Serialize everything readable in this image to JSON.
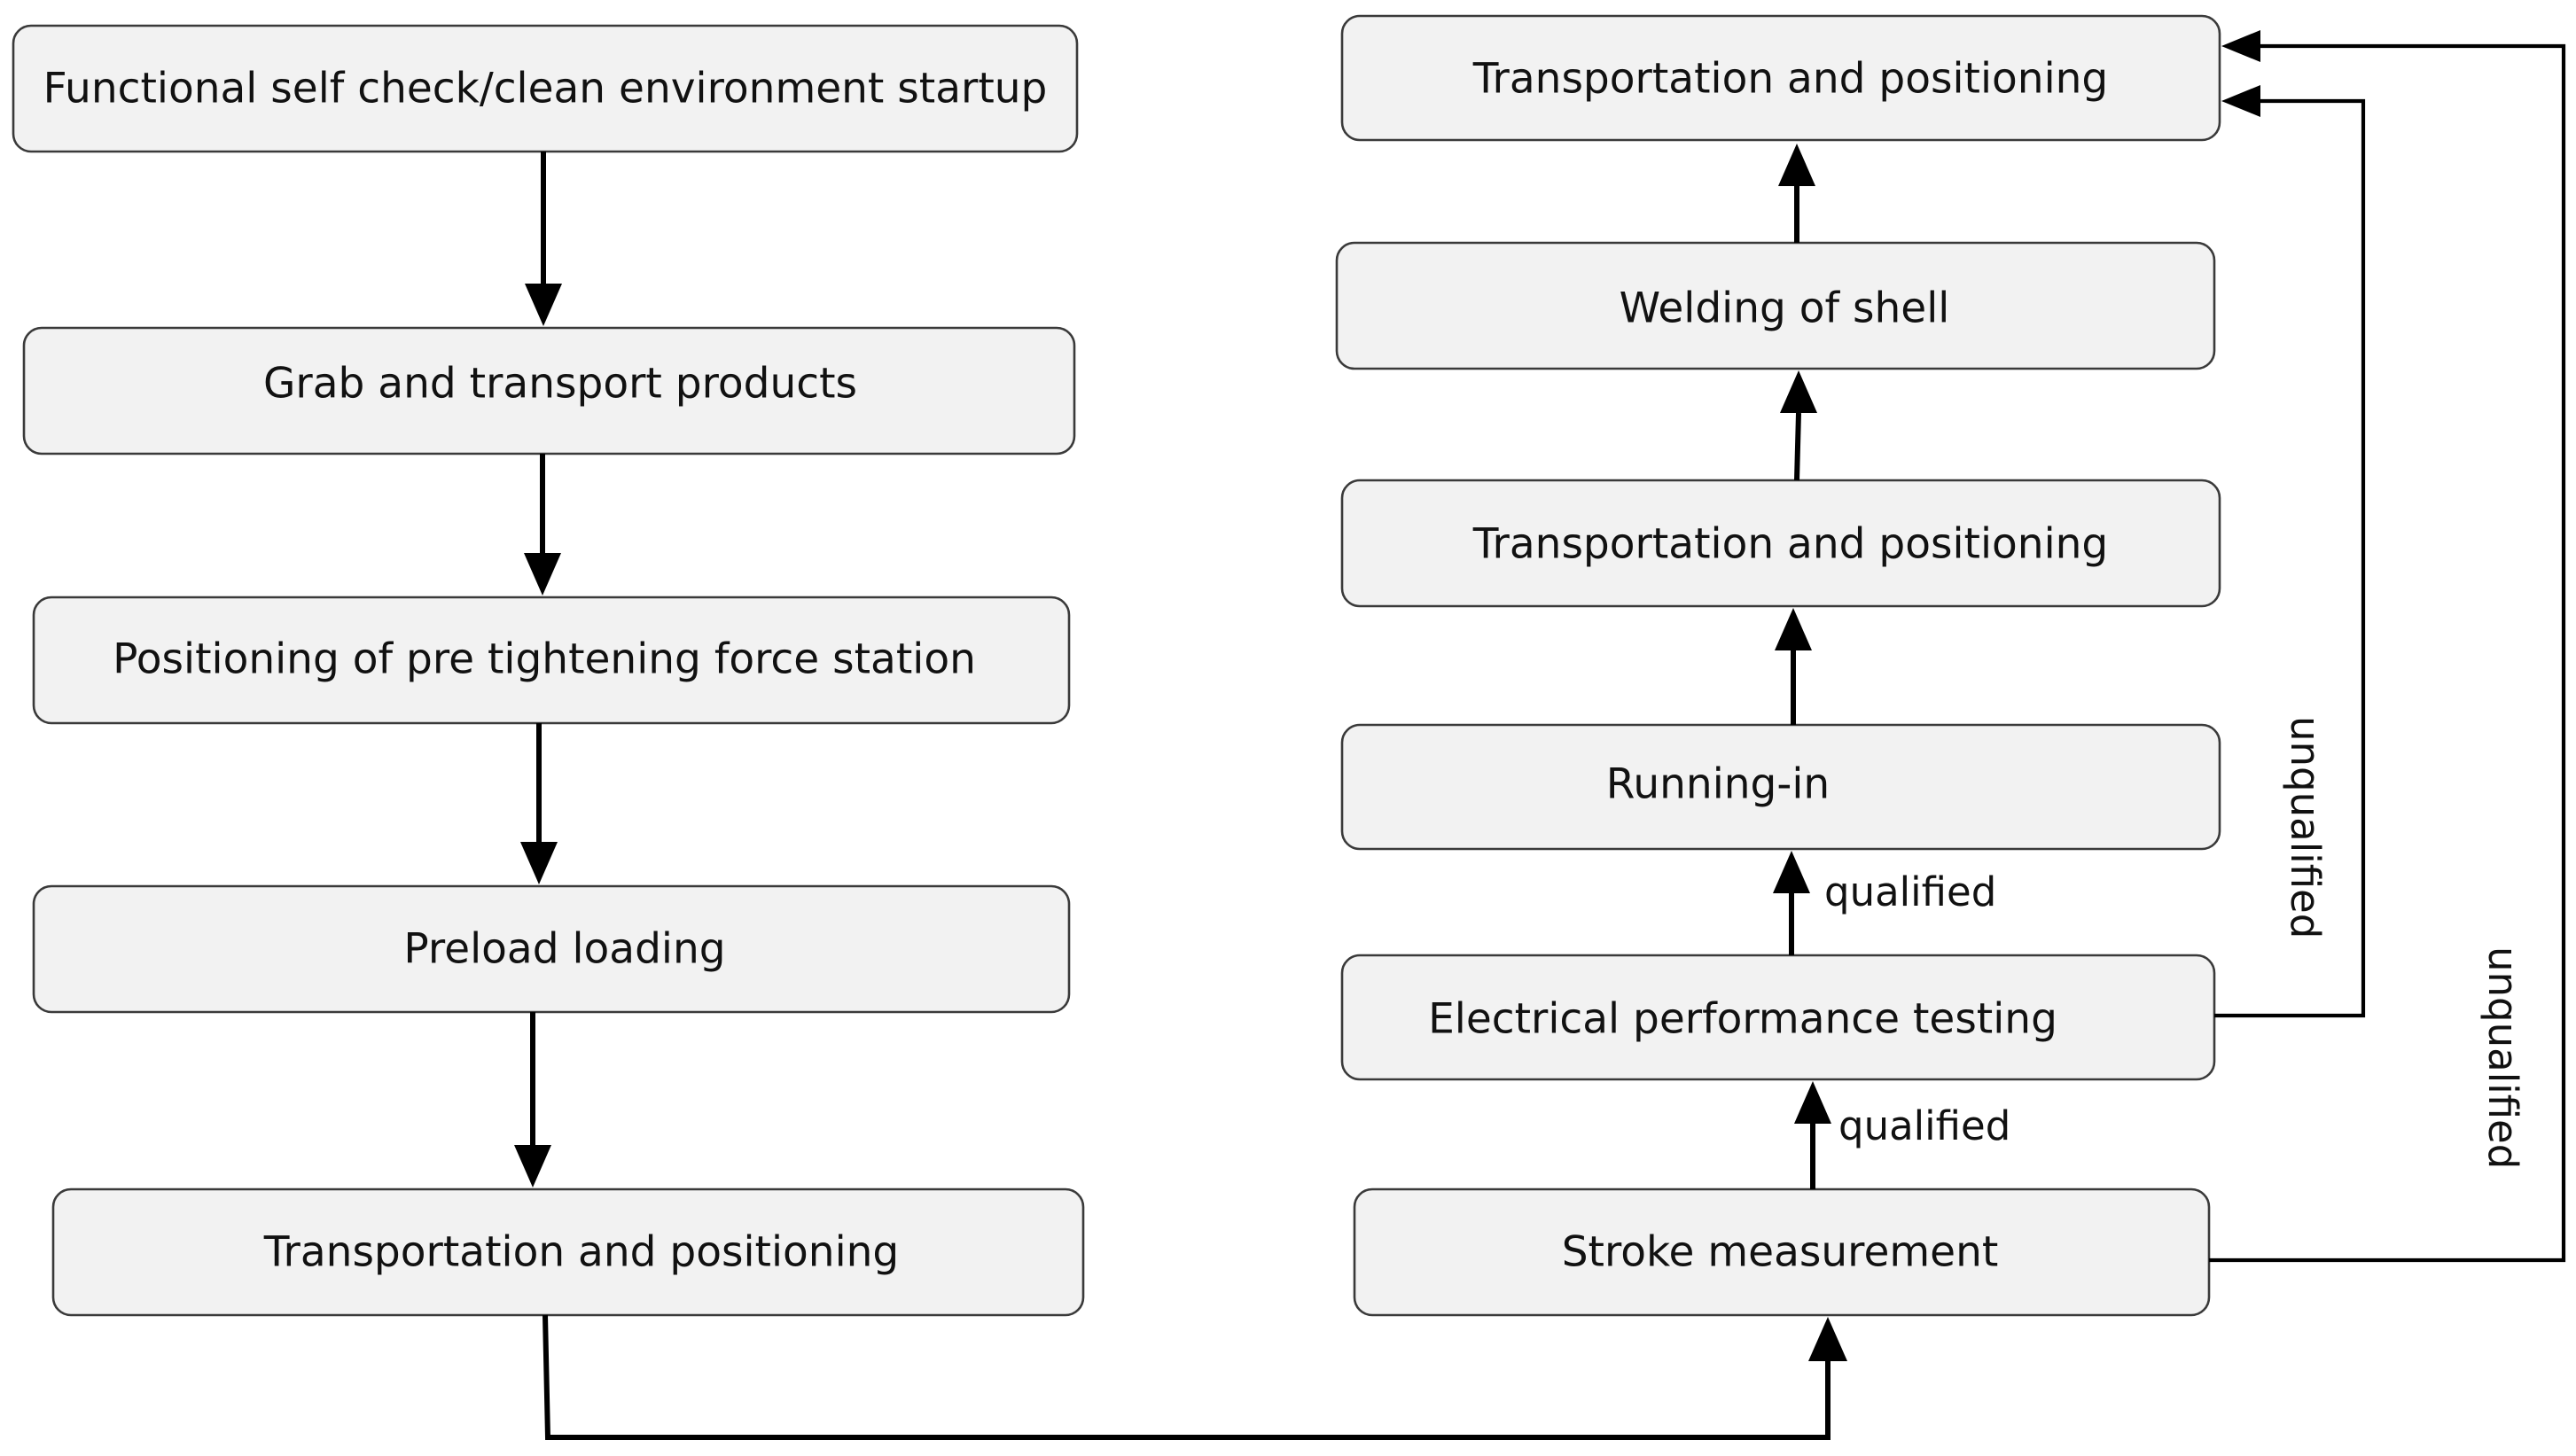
{
  "left_column": {
    "step1": "Functional self check/clean environment startup",
    "step2": "Grab and transport products",
    "step3": "Positioning of pre tightening force station",
    "step4": "Preload loading",
    "step5": "Transportation and positioning"
  },
  "right_column": {
    "stroke": "Stroke measurement",
    "electrical": "Electrical performance testing",
    "running_in": "Running-in",
    "transport_mid": "Transportation and positioning",
    "welding": "Welding of shell",
    "transport_top": "Transportation and positioning"
  },
  "labels": {
    "qualified_lower": "qualified",
    "qualified_upper": "qualified",
    "unqualified_inner": "unqualified",
    "unqualified_outer": "unqualified"
  }
}
